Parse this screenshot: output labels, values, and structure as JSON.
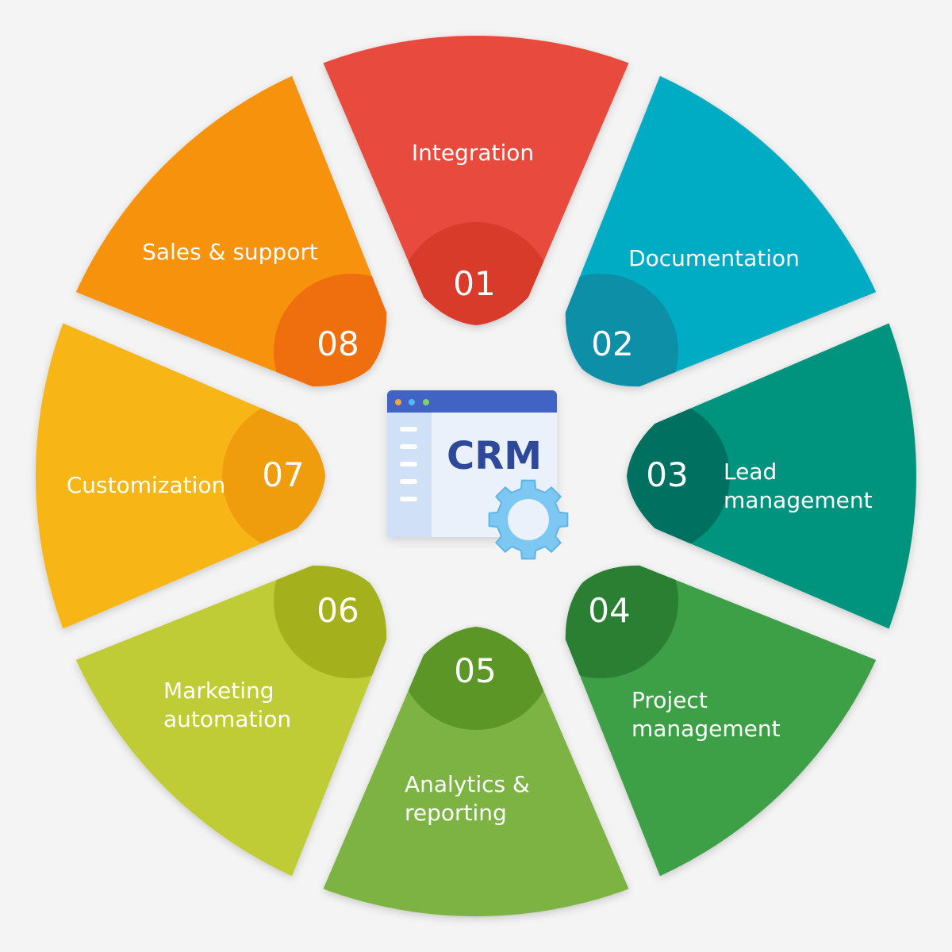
{
  "center": {
    "title": "CRM",
    "window_bar_color": "#3f64c4",
    "text_color": "#2f4a9a",
    "icons": [
      "browser-window-icon",
      "gear-icon"
    ]
  },
  "segments": [
    {
      "number": "01",
      "label": [
        "Integration"
      ],
      "color": "#e84c3d",
      "badge_color": "#d83a2c"
    },
    {
      "number": "02",
      "label": [
        "Documentation"
      ],
      "color": "#00abc4",
      "badge_color": "#0a8fa8"
    },
    {
      "number": "03",
      "label": [
        "Lead",
        "management"
      ],
      "color": "#03947f",
      "badge_color": "#017161"
    },
    {
      "number": "04",
      "label": [
        "Project",
        "management"
      ],
      "color": "#3ca046",
      "badge_color": "#2a7f31"
    },
    {
      "number": "05",
      "label": [
        "Analytics &",
        "reporting"
      ],
      "color": "#7cb342",
      "badge_color": "#5c9628"
    },
    {
      "number": "06",
      "label": [
        "Marketing",
        "automation"
      ],
      "color": "#bfcc34",
      "badge_color": "#a4b01c"
    },
    {
      "number": "07",
      "label": [
        "Customization"
      ],
      "color": "#f7b519",
      "badge_color": "#ef9c0c"
    },
    {
      "number": "08",
      "label": [
        "Sales & support"
      ],
      "color": "#f7920d",
      "badge_color": "#ef6e07"
    }
  ]
}
